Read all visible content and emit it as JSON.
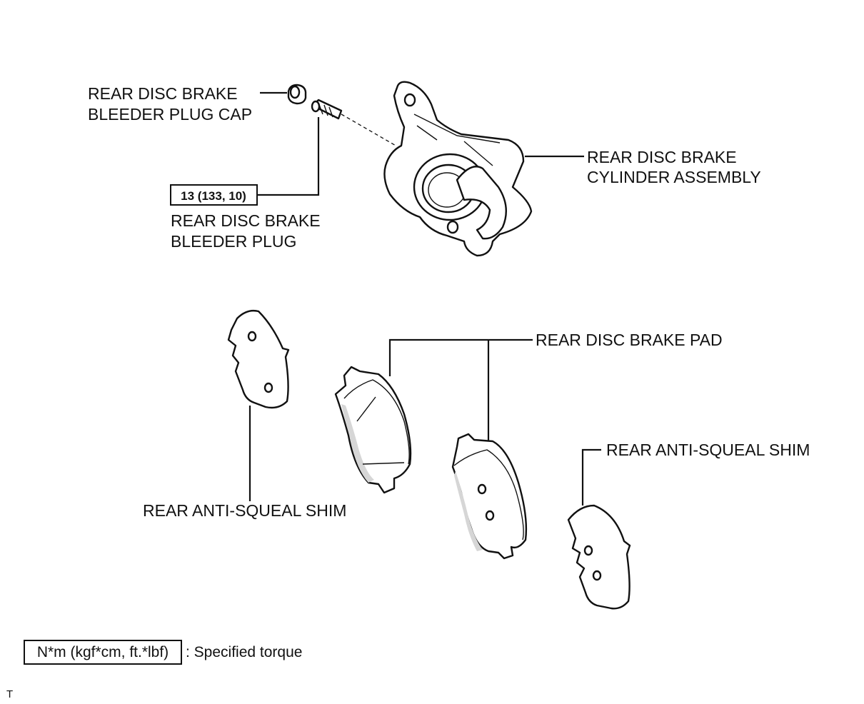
{
  "labels": {
    "bleeder_plug_cap_l1": "REAR DISC BRAKE",
    "bleeder_plug_cap_l2": "BLEEDER PLUG CAP",
    "torque_value": "13 (133, 10)",
    "bleeder_plug_l1": "REAR DISC BRAKE",
    "bleeder_plug_l2": "BLEEDER PLUG",
    "cylinder_l1": "REAR DISC BRAKE",
    "cylinder_l2": "CYLINDER ASSEMBLY",
    "pad": "REAR DISC BRAKE PAD",
    "shim_right": "REAR ANTI-SQUEAL SHIM",
    "shim_left": "REAR ANTI-SQUEAL SHIM"
  },
  "legend": {
    "box_text": "N*m (kgf*cm, ft.*lbf)",
    "description": ": Specified torque"
  },
  "footer": {
    "mark": "T"
  }
}
